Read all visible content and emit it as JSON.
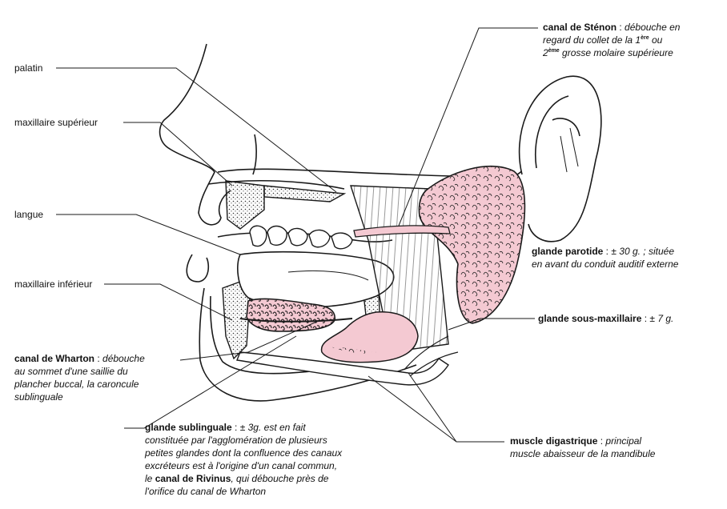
{
  "labels": {
    "palatin": "palatin",
    "maxillaire_superieur": "maxillaire supérieur",
    "langue": "langue",
    "maxillaire_inferieur": "maxillaire inférieur"
  },
  "stenon": {
    "title": "canal de Sténon",
    "sep": " : ",
    "desc1": "débouche en",
    "line2_a": "regard du collet de la 1",
    "line2_sup": "ère",
    "line2_b": " ou",
    "line3_a": "2",
    "line3_sup": "ème",
    "line3_b": " grosse molaire supérieure"
  },
  "parotide": {
    "title": "glande parotide",
    "sep": " : ",
    "desc1": "± 30 g. ; située",
    "line2": "en avant du conduit auditif externe"
  },
  "sous_maxillaire": {
    "title": "glande sous-maxillaire",
    "sep": " : ",
    "desc": "± 7 g."
  },
  "wharton": {
    "title": "canal de Wharton",
    "sep": " : ",
    "desc1": "débouche",
    "line2": "au sommet d'une saillie du",
    "line3": "plancher buccal, la caroncule",
    "line4": "sublinguale"
  },
  "sublinguale": {
    "title": "glande sublinguale",
    "sep": " :  ",
    "desc1": "± 3g.  est en fait",
    "line2": "constituée par l'agglomération de plusieurs",
    "line3": "petites glandes dont la confluence des canaux",
    "line4": "excréteurs est à l'origine d'un canal  commun,",
    "line5_a": "le ",
    "line5_bold": "canal de Rivinus",
    "line5_b": ", qui débouche près de",
    "line6": "l'orifice du canal de Wharton"
  },
  "digastrique": {
    "title": "muscle digastrique",
    "sep": " : ",
    "desc1": "principal",
    "line2": "muscle abaisseur de la mandibule"
  },
  "colors": {
    "gland": "#f4c9d2",
    "line": "#1a1a1a"
  }
}
